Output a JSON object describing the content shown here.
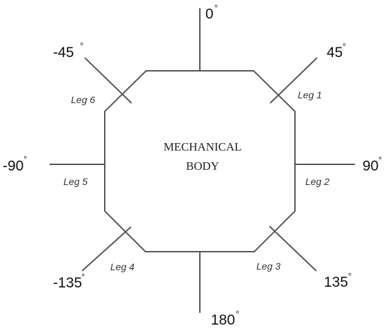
{
  "body": {
    "line1": "MECHANICAL",
    "line2": "BODY"
  },
  "angles": [
    {
      "id": "0",
      "value": "0",
      "symbol": "°"
    },
    {
      "id": "45",
      "value": "45",
      "symbol": "°"
    },
    {
      "id": "90",
      "value": "90",
      "symbol": "°"
    },
    {
      "id": "135",
      "value": "135",
      "symbol": "°"
    },
    {
      "id": "180",
      "value": "180",
      "symbol": "°"
    },
    {
      "id": "m135",
      "value": "-135",
      "symbol": "°"
    },
    {
      "id": "m90",
      "value": "-90",
      "symbol": "°"
    },
    {
      "id": "m45",
      "value": "-45",
      "symbol": "°"
    }
  ],
  "legs": [
    {
      "id": "1",
      "label": "Leg 1"
    },
    {
      "id": "2",
      "label": "Leg 2"
    },
    {
      "id": "3",
      "label": "Leg 3"
    },
    {
      "id": "4",
      "label": "Leg 4"
    },
    {
      "id": "5",
      "label": "Leg 5"
    },
    {
      "id": "6",
      "label": "Leg 6"
    }
  ]
}
